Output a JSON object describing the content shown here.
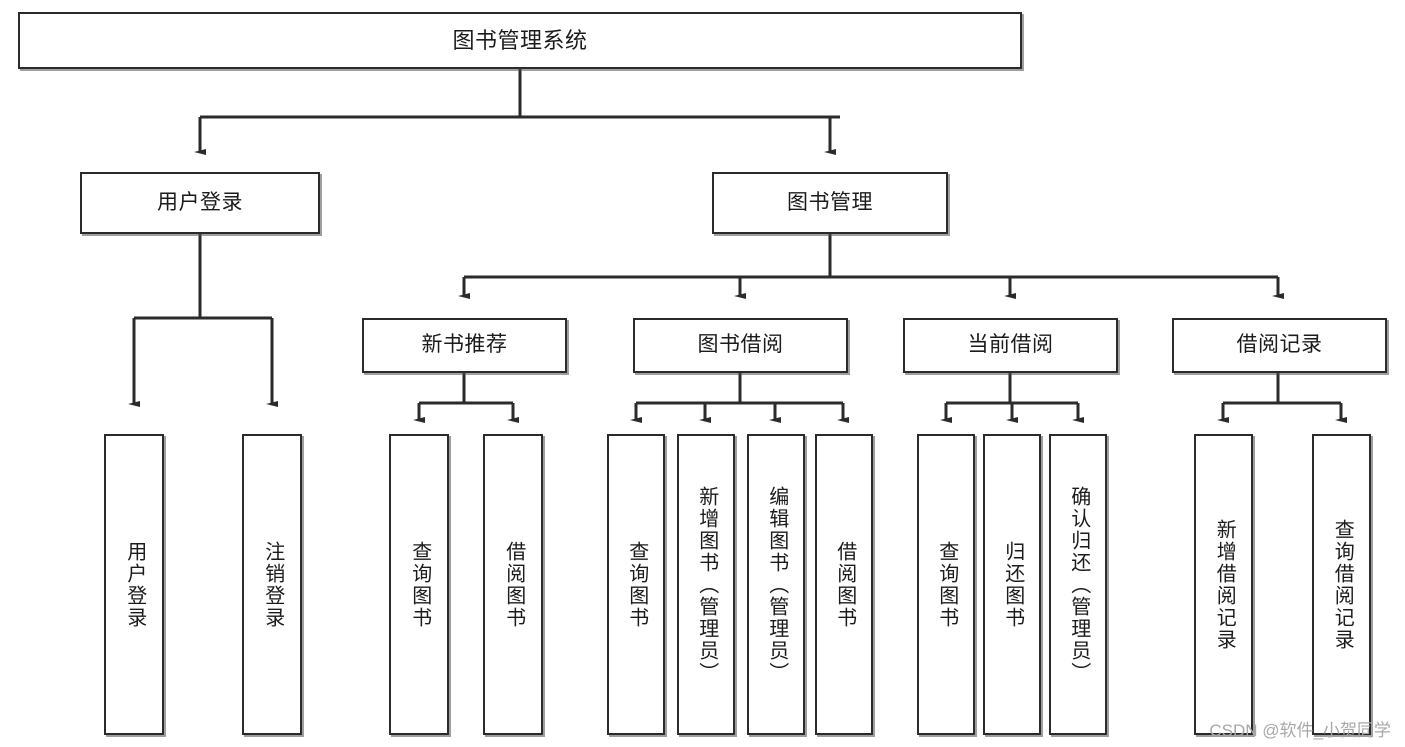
{
  "diagram": {
    "title": "图书管理系统",
    "watermark": "CSDN @软件_小贺同学",
    "colors": {
      "stroke": "#2b2b2b",
      "fill": "#ffffff",
      "text": "#1b1b1b",
      "watermark": "#a8a8a8",
      "shadow": "#505050"
    },
    "nodes": {
      "root": {
        "label": "图书管理系统"
      },
      "level2": [
        {
          "label": "用户登录"
        },
        {
          "label": "图书管理"
        }
      ],
      "level3": [
        {
          "label": "新书推荐"
        },
        {
          "label": "图书借阅"
        },
        {
          "label": "当前借阅"
        },
        {
          "label": "借阅记录"
        }
      ],
      "leaves": {
        "user_login": [
          {
            "label": "用户登录"
          },
          {
            "label": "注销登录"
          }
        ],
        "new_book_recommend": [
          {
            "label": "查询图书"
          },
          {
            "label": "借阅图书"
          }
        ],
        "book_borrow": [
          {
            "label": "查询图书"
          },
          {
            "label": "新增图书（管理员）"
          },
          {
            "label": "编辑图书（管理员）"
          },
          {
            "label": "借阅图书"
          }
        ],
        "current_borrow": [
          {
            "label": "查询图书"
          },
          {
            "label": "归还图书"
          },
          {
            "label": "确认归还（管理员）"
          }
        ],
        "borrow_record": [
          {
            "label": "新增借阅记录"
          },
          {
            "label": "查询借阅记录"
          }
        ]
      }
    }
  }
}
